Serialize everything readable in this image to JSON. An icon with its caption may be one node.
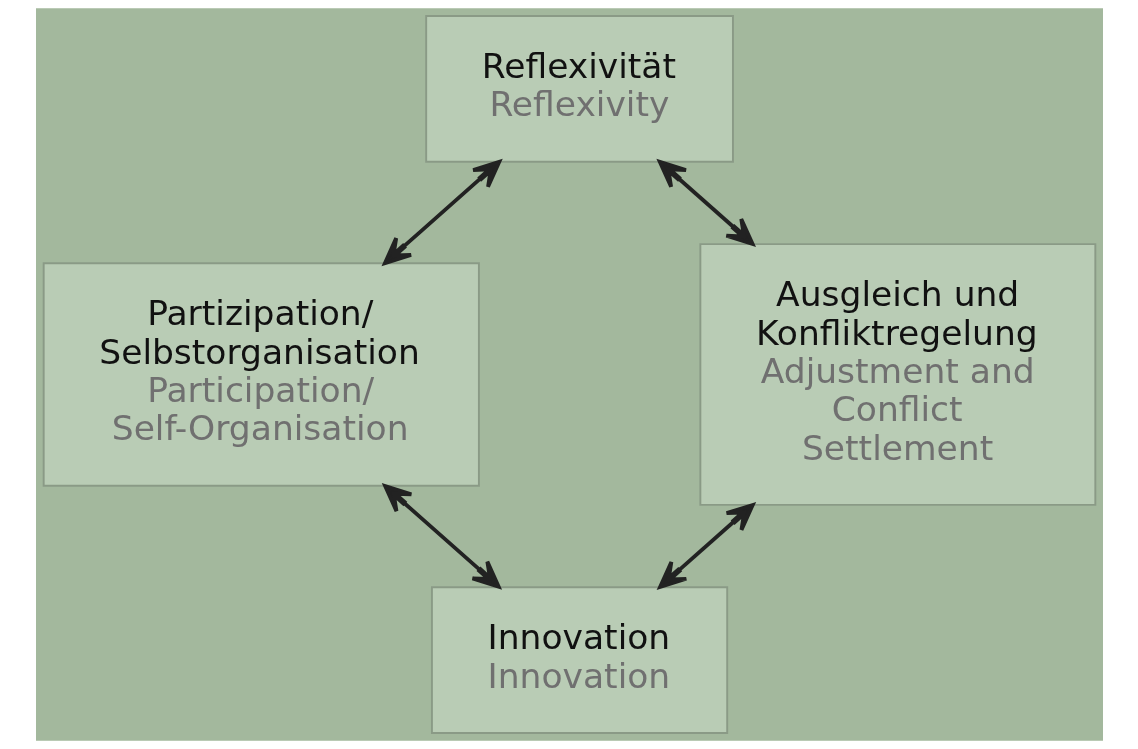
{
  "diagram": {
    "nodes": [
      {
        "text": [
          "Reflexivität",
          "Reflexivity"
        ]
      },
      {
        "text": [
          "Ausgleich und Konfliktregelung",
          "Adjustment and Conflict Settlement"
        ]
      },
      {
        "text": [
          "Partizipation/ Selbstorganisation",
          "Participation/ Self-Organisation"
        ]
      },
      {
        "text": [
          "Innovation",
          "Innovation"
        ]
      }
    ],
    "edges": [
      {
        "from": 1,
        "to": 0,
        "arrow": "both"
      },
      {
        "from": 0,
        "to": 2,
        "arrow": "both"
      },
      {
        "from": 1,
        "to": 3,
        "arrow": "both"
      },
      {
        "from": 3,
        "to": 2,
        "arrow": "both"
      }
    ]
  }
}
